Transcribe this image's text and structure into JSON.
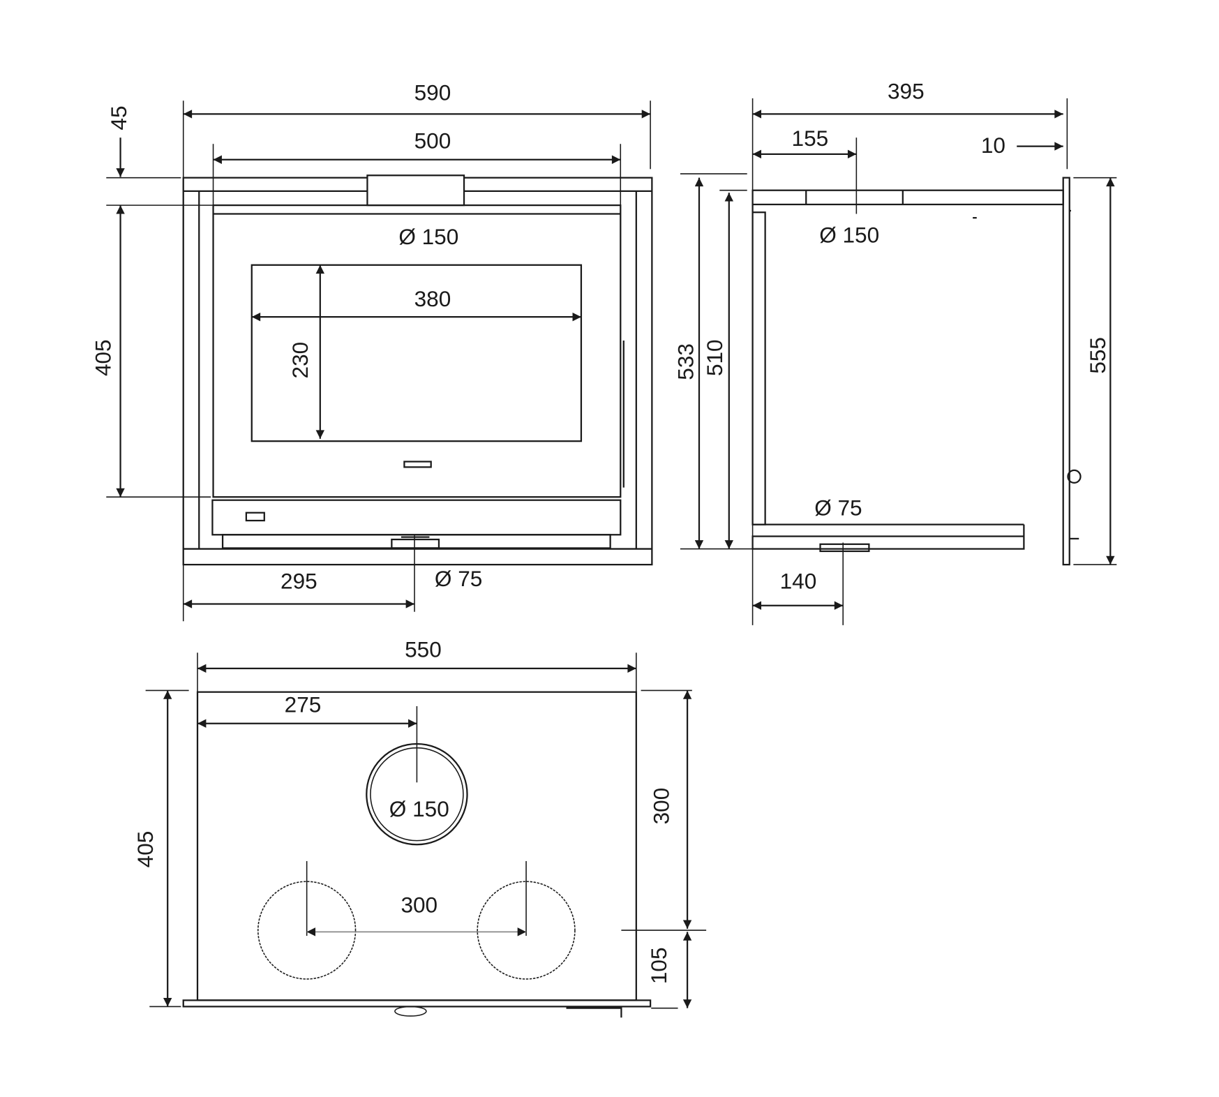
{
  "front_view": {
    "overall_width": "590",
    "body_width": "500",
    "top_offset": "45",
    "body_height": "405",
    "flue_diameter": "Ø 150",
    "window_width": "380",
    "window_height": "230",
    "air_inlet_offset": "295",
    "air_inlet_diameter": "Ø 75"
  },
  "side_view": {
    "overall_depth": "395",
    "flue_offset": "155",
    "front_thickness": "10",
    "flue_diameter": "Ø 150",
    "height_533": "533",
    "height_510": "510",
    "overall_height": "555",
    "air_inlet_diameter": "Ø 75",
    "air_inlet_offset": "140"
  },
  "top_view": {
    "width": "550",
    "flue_offset": "275",
    "flue_diameter": "Ø 150",
    "depth": "405",
    "flue_depth": "300",
    "outlet_spacing": "300",
    "outlet_depth": "105"
  }
}
